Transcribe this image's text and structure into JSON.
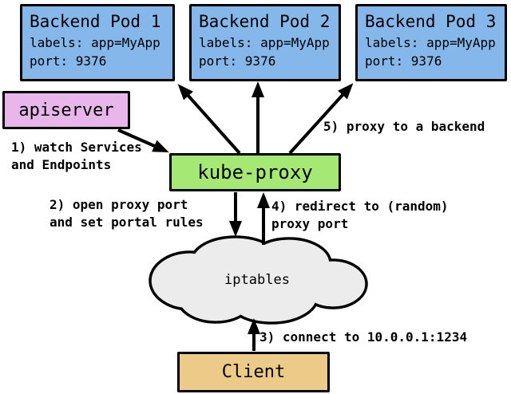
{
  "diagram": {
    "pods": [
      {
        "title": "Backend Pod 1",
        "labels": "labels: app=MyApp",
        "port": "port: 9376"
      },
      {
        "title": "Backend Pod 2",
        "labels": "labels: app=MyApp",
        "port": "port: 9376"
      },
      {
        "title": "Backend Pod 3",
        "labels": "labels: app=MyApp",
        "port": "port: 9376"
      }
    ],
    "apiserver": {
      "label": "apiserver"
    },
    "kube_proxy": {
      "label": "kube-proxy"
    },
    "iptables": {
      "label": "iptables"
    },
    "client": {
      "label": "Client"
    },
    "steps": {
      "step1": "1) watch Services\nand Endpoints",
      "step2": "2) open proxy port\nand set portal rules",
      "step3": "3) connect to 10.0.0.1:1234",
      "step4": "4) redirect to (random)\nproxy port",
      "step5": "5) proxy to a backend"
    },
    "colors": {
      "pod_fill": "#85b7ea",
      "apiserver_fill": "#e9b6ec",
      "kube_proxy_fill": "#a5e873",
      "iptables_fill": "#ececec",
      "client_fill": "#ecca87",
      "line": "#000000",
      "background": "#ffffff"
    }
  }
}
